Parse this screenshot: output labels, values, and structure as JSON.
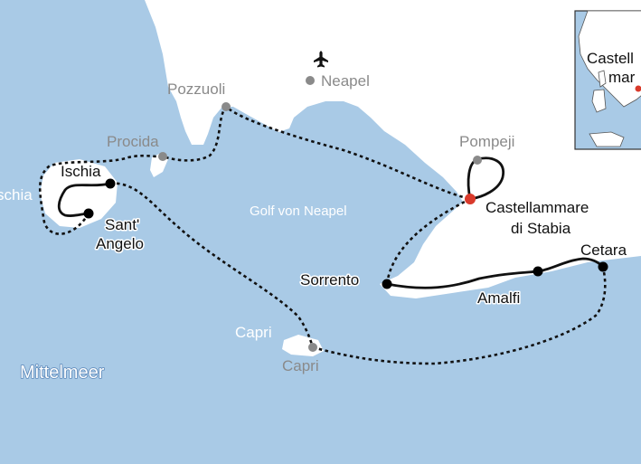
{
  "map": {
    "water": {
      "sea_label": "Mittelmeer",
      "gulf_label": "Golf von Neapel"
    },
    "islands": {
      "ischia_edge_label": "schia",
      "capri_sea_label": "Capri"
    },
    "places": {
      "neapel": "Neapel",
      "pozzuoli": "Pozzuoli",
      "procida": "Procida",
      "pompeji": "Pompeji",
      "ischia": "Ischia",
      "sant_angelo_1": "Sant'",
      "sant_angelo_2": "Angelo",
      "castellammare_1": "Castellammare",
      "castellammare_2": "di Stabia",
      "sorrento": "Sorrento",
      "amalfi": "Amalfi",
      "cetara": "Cetara",
      "capri": "Capri"
    },
    "inset": {
      "label_1": "Castell",
      "label_2": "mar"
    },
    "colors": {
      "water": "#a9cae6",
      "land": "#ffffff",
      "route_by_land": "#111111",
      "route_by_sea": "#111111",
      "waypoint": "#8a8a8a",
      "stop": "#000000",
      "start_highlight": "#d93a2b"
    },
    "icons": {
      "airport": "airplane-icon"
    }
  }
}
